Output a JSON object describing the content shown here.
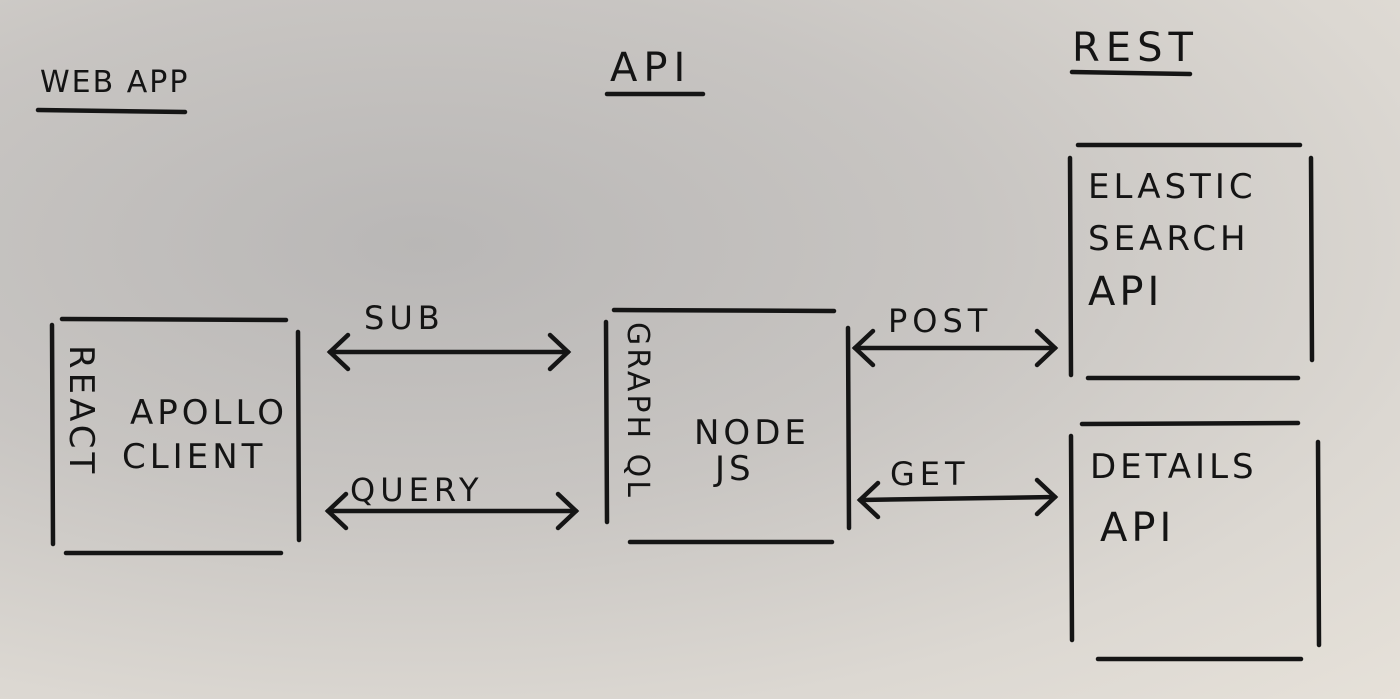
{
  "headings": {
    "web_app": "WEB APP",
    "api": "API",
    "rest": "REST"
  },
  "boxes": {
    "web_app": {
      "side_label": "REACT",
      "line1": "APOLLO",
      "line2": "CLIENT"
    },
    "api": {
      "side_label": "GRAPH QL",
      "line1": "NODE",
      "line2": "JS"
    },
    "elastic": {
      "line1": "ELASTIC",
      "line2": "SEARCH",
      "line3": "API"
    },
    "details": {
      "line1": "DETAILS",
      "line2": "API"
    }
  },
  "arrows": {
    "sub": "SUB",
    "query": "QUERY",
    "post": "POST",
    "get": "GET"
  }
}
